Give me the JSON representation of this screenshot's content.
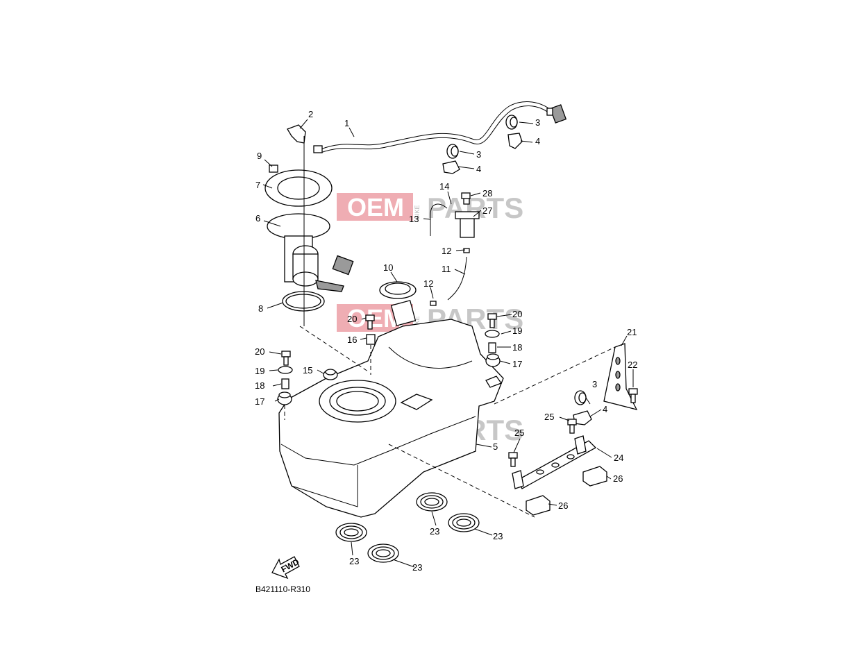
{
  "diagram_code": "B421110-R310",
  "fwd_label": "FWD",
  "watermark": {
    "oem": "OEM",
    "bike": "BIKE",
    "parts": "PARTS",
    "brand_color": "#e26a75"
  },
  "callouts": [
    "1",
    "2",
    "3",
    "3",
    "3",
    "4",
    "4",
    "4",
    "5",
    "6",
    "7",
    "8",
    "9",
    "10",
    "11",
    "12",
    "12",
    "13",
    "14",
    "15",
    "16",
    "17",
    "17",
    "18",
    "18",
    "19",
    "19",
    "20",
    "20",
    "20",
    "21",
    "22",
    "23",
    "23",
    "23",
    "23",
    "24",
    "25",
    "25",
    "26",
    "26",
    "27",
    "28"
  ]
}
